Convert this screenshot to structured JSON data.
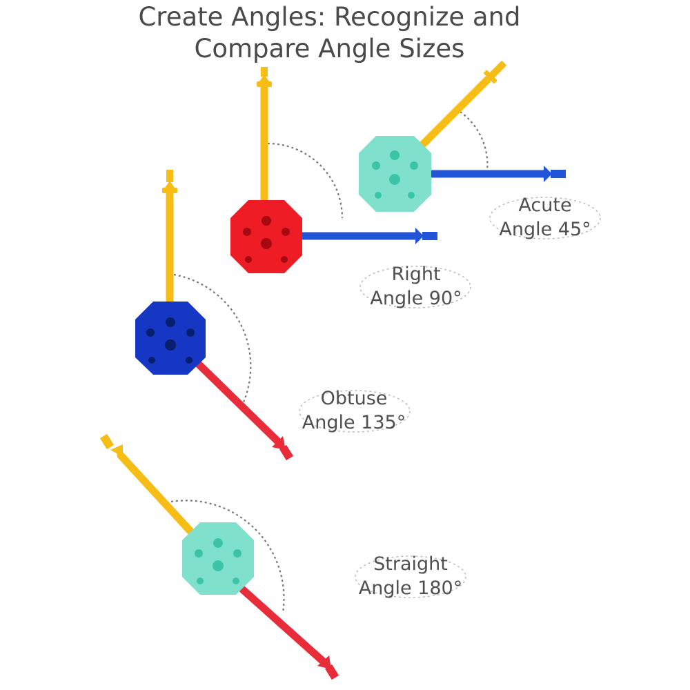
{
  "title": {
    "line1": "Create Angles: Recognize and",
    "line2": "Compare Angle Sizes"
  },
  "angles": [
    {
      "line1": "Acute",
      "line2": "Angle 45°",
      "degrees": 45,
      "connector_color": "#7fe0cc"
    },
    {
      "line1": "Right",
      "line2": "Angle 90°",
      "degrees": 90,
      "connector_color": "#ee1c25"
    },
    {
      "line1": "Obtuse",
      "line2": "Angle 135°",
      "degrees": 135,
      "connector_color": "#1537c4"
    },
    {
      "line1": "Straight",
      "line2": "Angle 180°",
      "degrees": 180,
      "connector_color": "#7fe0cc"
    }
  ],
  "colors": {
    "yellow_stick": "#f6bd16",
    "blue_stick": "#2254d8",
    "red_stick": "#e82c3a",
    "arc": "#777777",
    "text": "#4f4f4f"
  }
}
